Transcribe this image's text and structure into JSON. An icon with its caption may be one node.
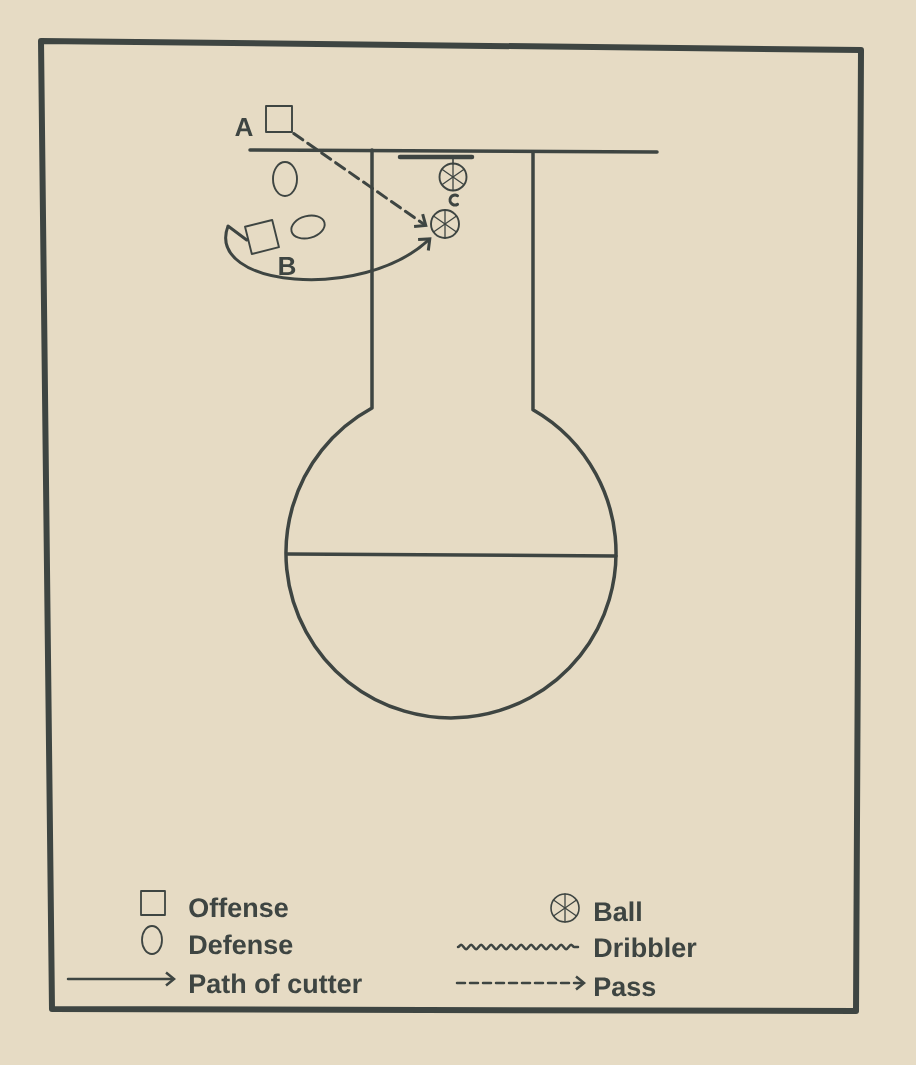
{
  "diagram": {
    "nodes": [
      {
        "text": [],
        "shape": "box",
        "beside": [
          "A"
        ]
      },
      {
        "text": [],
        "shape": "oval"
      },
      {
        "text": [],
        "shape": "circle"
      },
      {
        "text": [],
        "shape": "box",
        "beside": [
          "B"
        ]
      },
      {
        "text": [],
        "shape": "oval"
      },
      {
        "text": [],
        "shape": "circle"
      }
    ],
    "edges": [
      {
        "from": 0,
        "to": 5,
        "arrow": "to",
        "style": "dashed"
      },
      {
        "from": 3,
        "to": 5,
        "arrow": "to"
      }
    ],
    "legend": [
      {
        "text": "Offense"
      },
      {
        "text": "Defense"
      },
      {
        "text": "Path of cutter"
      },
      {
        "text": "Ball"
      },
      {
        "text": "Dribbler"
      },
      {
        "text": "Pass"
      }
    ]
  }
}
